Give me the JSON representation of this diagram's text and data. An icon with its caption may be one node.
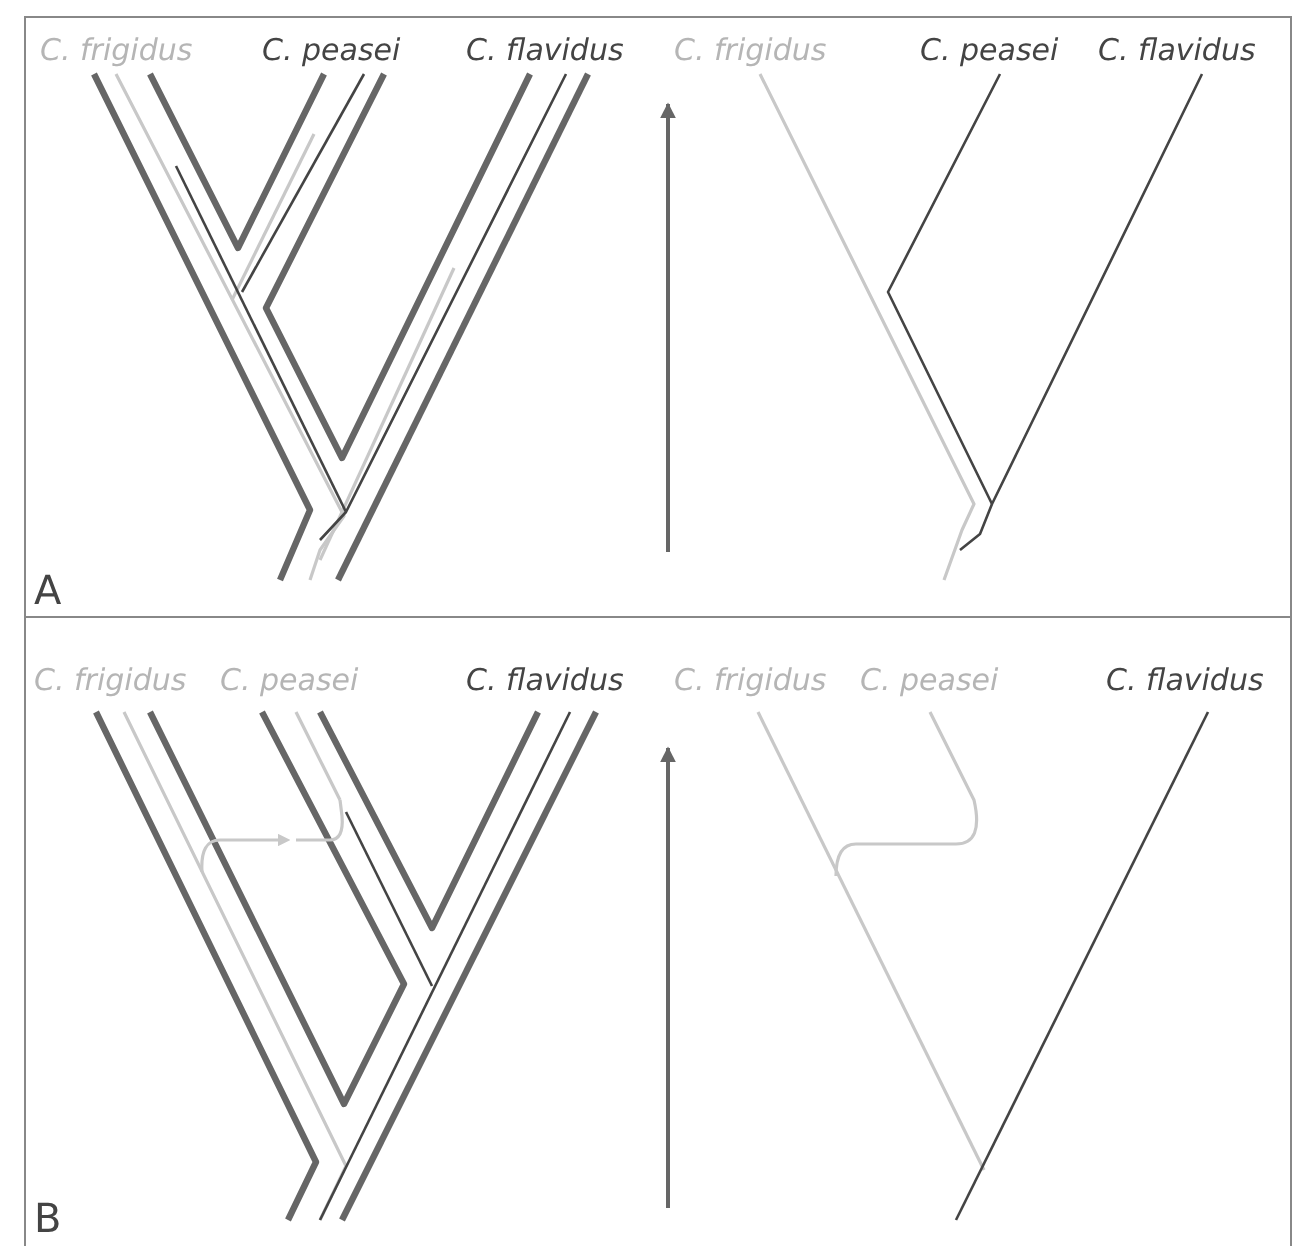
{
  "diagram": {
    "labels": [
      "C. frigidus",
      "C. peasei",
      "C. flavidus",
      "C. frigidus",
      "C. peasei",
      "C. flavidus",
      "A",
      "C. frigidus",
      "C. peasei",
      "C. flavidus",
      "C. frigidus",
      "C. peasei",
      "C. flavidus",
      "B"
    ]
  }
}
